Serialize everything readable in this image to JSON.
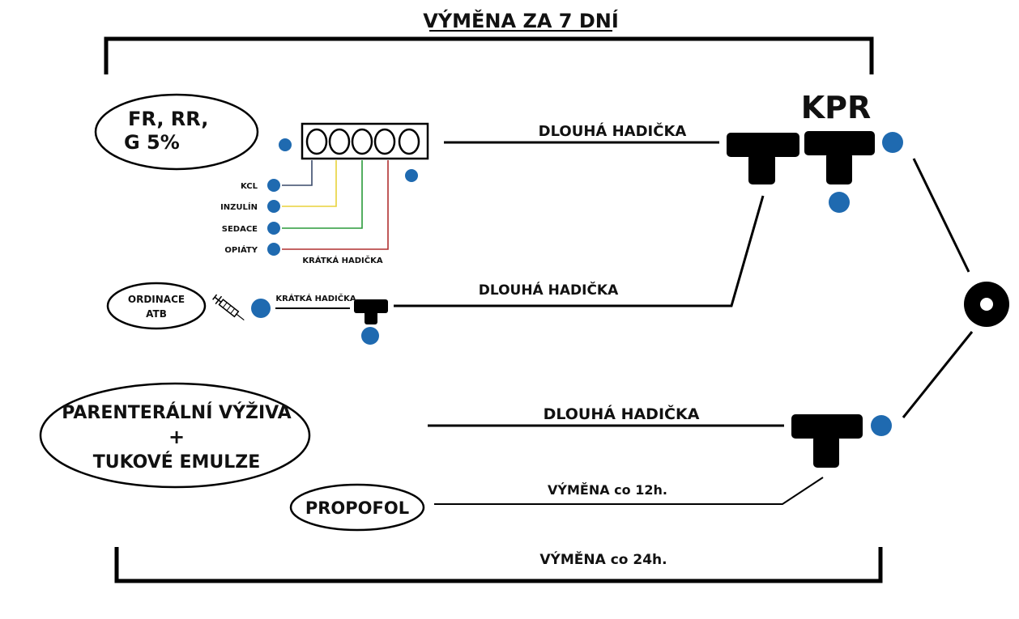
{
  "title": "VÝMĚNA ZA 7 DNÍ",
  "bottom_label": "VÝMĚNA co 24h.",
  "kpr_label": "KPR",
  "infusion_group": {
    "lines": [
      "FR, RR,",
      "G 5%"
    ],
    "drugs": [
      "KCL",
      "INZULÍN",
      "SEDACE",
      "OPIÁTY"
    ],
    "drug_line_colors": [
      "#3a4a6a",
      "#e8d23a",
      "#2a9a3a",
      "#b03030"
    ],
    "short_tube_label": "KRÁTKÁ HADIČKA",
    "long_tube_label": "DLOUHÁ HADIČKA"
  },
  "atb_group": {
    "lines": [
      "ORDINACE",
      "ATB"
    ],
    "short_tube_label": "KRÁTKÁ HADIČKA",
    "long_tube_label": "DLOUHÁ HADIČKA"
  },
  "nutrition_group": {
    "lines": [
      "PARENTERÁLNÍ VÝŽIVA",
      "+",
      "TUKOVÉ EMULZE"
    ],
    "long_tube_label": "DLOUHÁ HADIČKA"
  },
  "propofol_group": {
    "label": "PROPOFOL",
    "exchange_label": "VÝMĚNA co 12h."
  },
  "colors": {
    "port": "#1f6ab0",
    "line": "#000000"
  },
  "icons": [
    "syringe-icon",
    "manifold-icon",
    "t-connector-icon",
    "catheter-hub-icon"
  ]
}
